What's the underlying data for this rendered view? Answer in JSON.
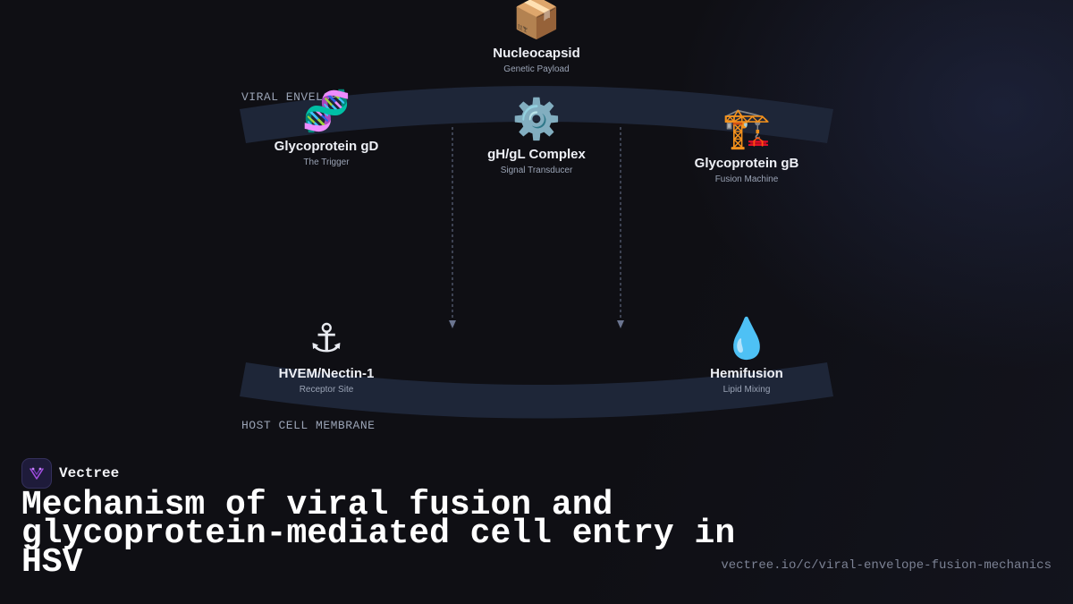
{
  "diagram": {
    "membranes": {
      "viral": "VIRAL ENVELOPE",
      "host": "HOST CELL MEMBRANE"
    },
    "nodes": {
      "nucleocapsid": {
        "icon": "📦",
        "icon_name": "package-icon",
        "title": "Nucleocapsid",
        "subtitle": "Genetic Payload"
      },
      "gd": {
        "icon": "🧬",
        "icon_name": "dna-icon",
        "title": "Glycoprotein gD",
        "subtitle": "The Trigger"
      },
      "ghgl": {
        "icon": "⚙️",
        "icon_name": "gear-icon",
        "title": "gH/gL Complex",
        "subtitle": "Signal Transducer"
      },
      "gb": {
        "icon": "🏗️",
        "icon_name": "crane-icon",
        "title": "Glycoprotein gB",
        "subtitle": "Fusion Machine"
      },
      "receptor": {
        "icon": "⚓",
        "icon_name": "anchor-icon",
        "title": "HVEM/Nectin-1",
        "subtitle": "Receptor Site"
      },
      "hemifusion": {
        "icon": "💧",
        "icon_name": "droplet-icon",
        "title": "Hemifusion",
        "subtitle": "Lipid Mixing"
      }
    },
    "colors": {
      "membrane": "#1e2638",
      "arrow": "#6b7590",
      "background": "#0f0f14"
    }
  },
  "footer": {
    "brand": "Vectree",
    "title": "Mechanism of viral fusion and glycoprotein-mediated cell entry in HSV",
    "url": "vectree.io/c/viral-envelope-fusion-mechanics"
  }
}
